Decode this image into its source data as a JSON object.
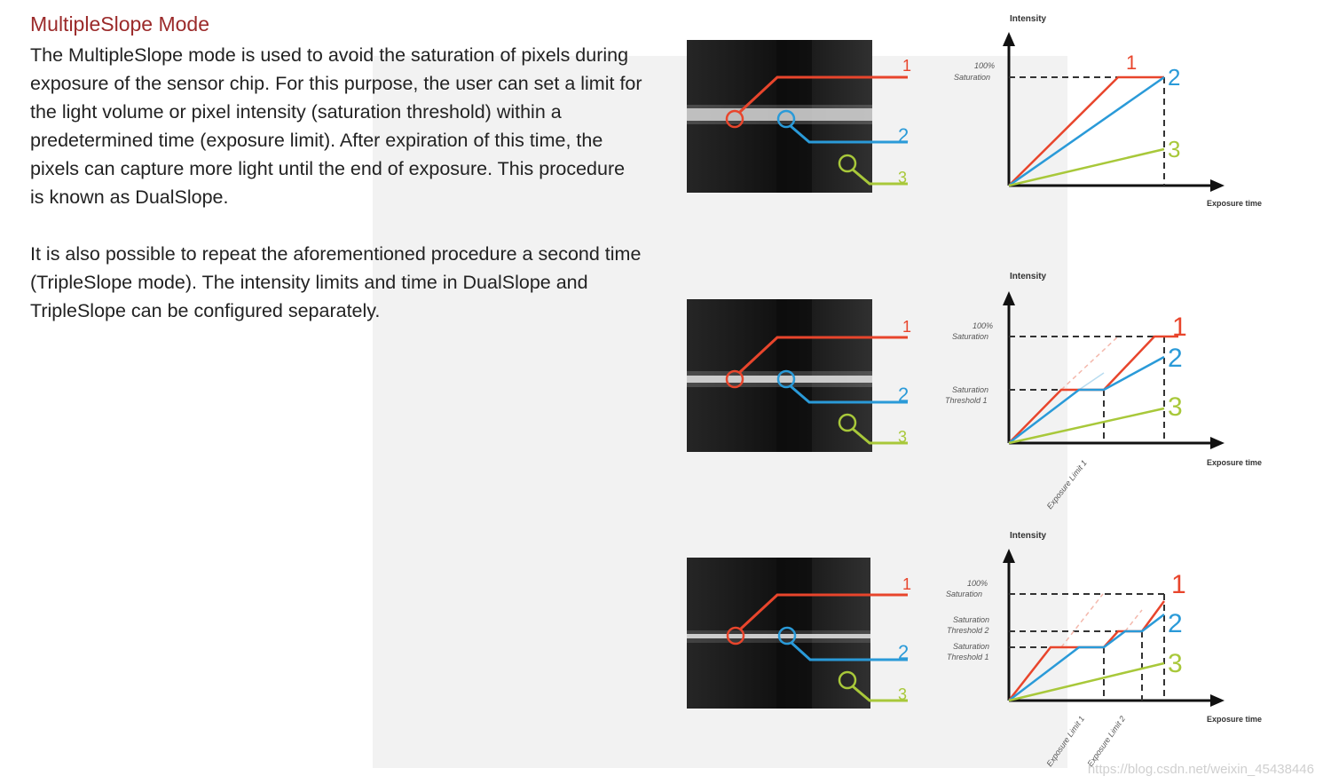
{
  "heading": "MultipleSlope Mode",
  "paragraph1": "The MultipleSlope mode is used to avoid the saturation of pixels during exposure of the sensor chip. For this purpose, the user can set a limit for the light volume or pixel intensity (saturation threshold) within a predetermined time (exposure limit). After expiration of this time, the pixels can capture more light until the end of exposure. This procedure is known as DualSlope.",
  "paragraph2": "It is also possible to repeat the aforementioned procedure a second time (TripleSlope mode). The intensity limits and time in DualSlope and TripleSlope can be configured separately.",
  "chart_labels": {
    "intensity": "Intensity",
    "exposure_time": "Exposure time",
    "saturation_100": "100%",
    "saturation": "Saturation",
    "sat_threshold": "Saturation",
    "threshold_1": "Threshold 1",
    "threshold_2": "Threshold 2",
    "exposure_limit_1": "Exposure Limit 1",
    "exposure_limit_2": "Exposure Limit 2",
    "n1": "1",
    "n2": "2",
    "n3": "3"
  },
  "colors": {
    "red": "#e8452c",
    "blue": "#2a9ad8",
    "green": "#a8c83a",
    "heading": "#9b2a2a"
  },
  "watermark": "https://blog.csdn.net/weixin_45438446"
}
